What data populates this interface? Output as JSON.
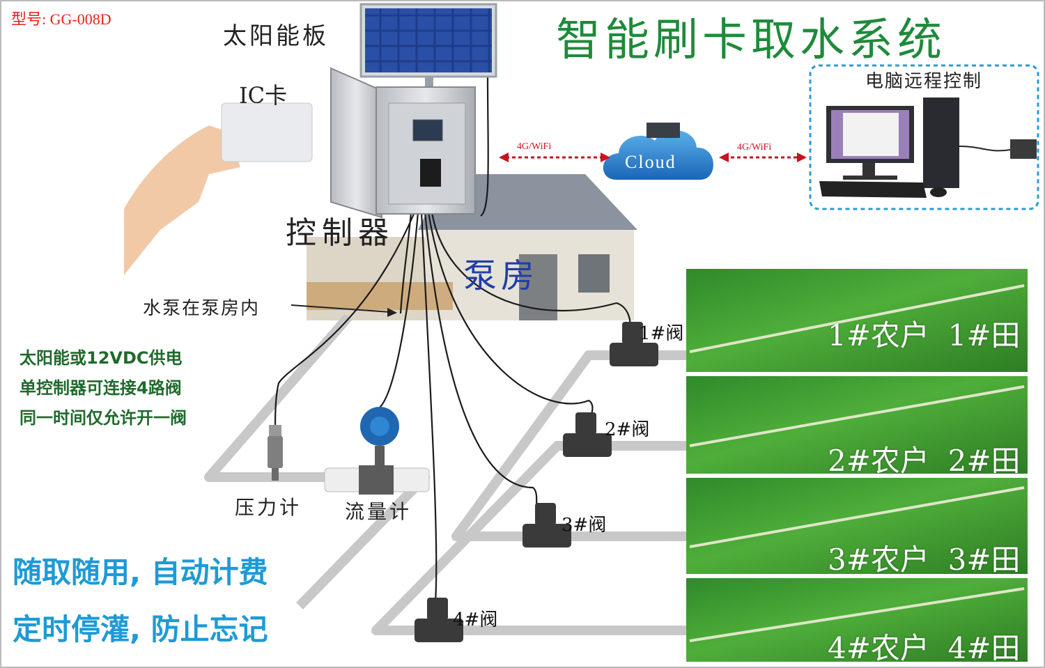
{
  "model_label": "型号: GG-008D",
  "title": "智能刷卡取水系统",
  "labels": {
    "solar_panel": "太阳能板",
    "ic_card": "IC卡",
    "controller": "控制器",
    "pump_house": "泵房",
    "pump_inside": "水泵在泵房内",
    "pc_remote": "电脑远程控制",
    "cloud": "Cloud",
    "link_left": "4G/WiFi",
    "link_right": "4G/WiFi",
    "pressure_gauge": "压力计",
    "flow_meter": "流量计"
  },
  "features": [
    "太阳能或12VDC供电",
    "单控制器可连接4路阀",
    "同一时间仅允许开一阀"
  ],
  "slogans": [
    "随取随用, 自动计费",
    "定时停灌, 防止忘记"
  ],
  "valves": [
    "1#阀",
    "2#阀",
    "3#阀",
    "4#阀"
  ],
  "fields": [
    "1#农户  1#田",
    "2#农户  2#田",
    "3#农户  3#田",
    "4#农户  4#田"
  ],
  "colors": {
    "title": "#1f8a3a",
    "model": "#e8201a",
    "slogan": "#1e9ad6",
    "features": "#1f6a2c",
    "pump_house_text": "#1f3ea8",
    "link": "#c8121e",
    "pipe": "#c8c8c8"
  }
}
